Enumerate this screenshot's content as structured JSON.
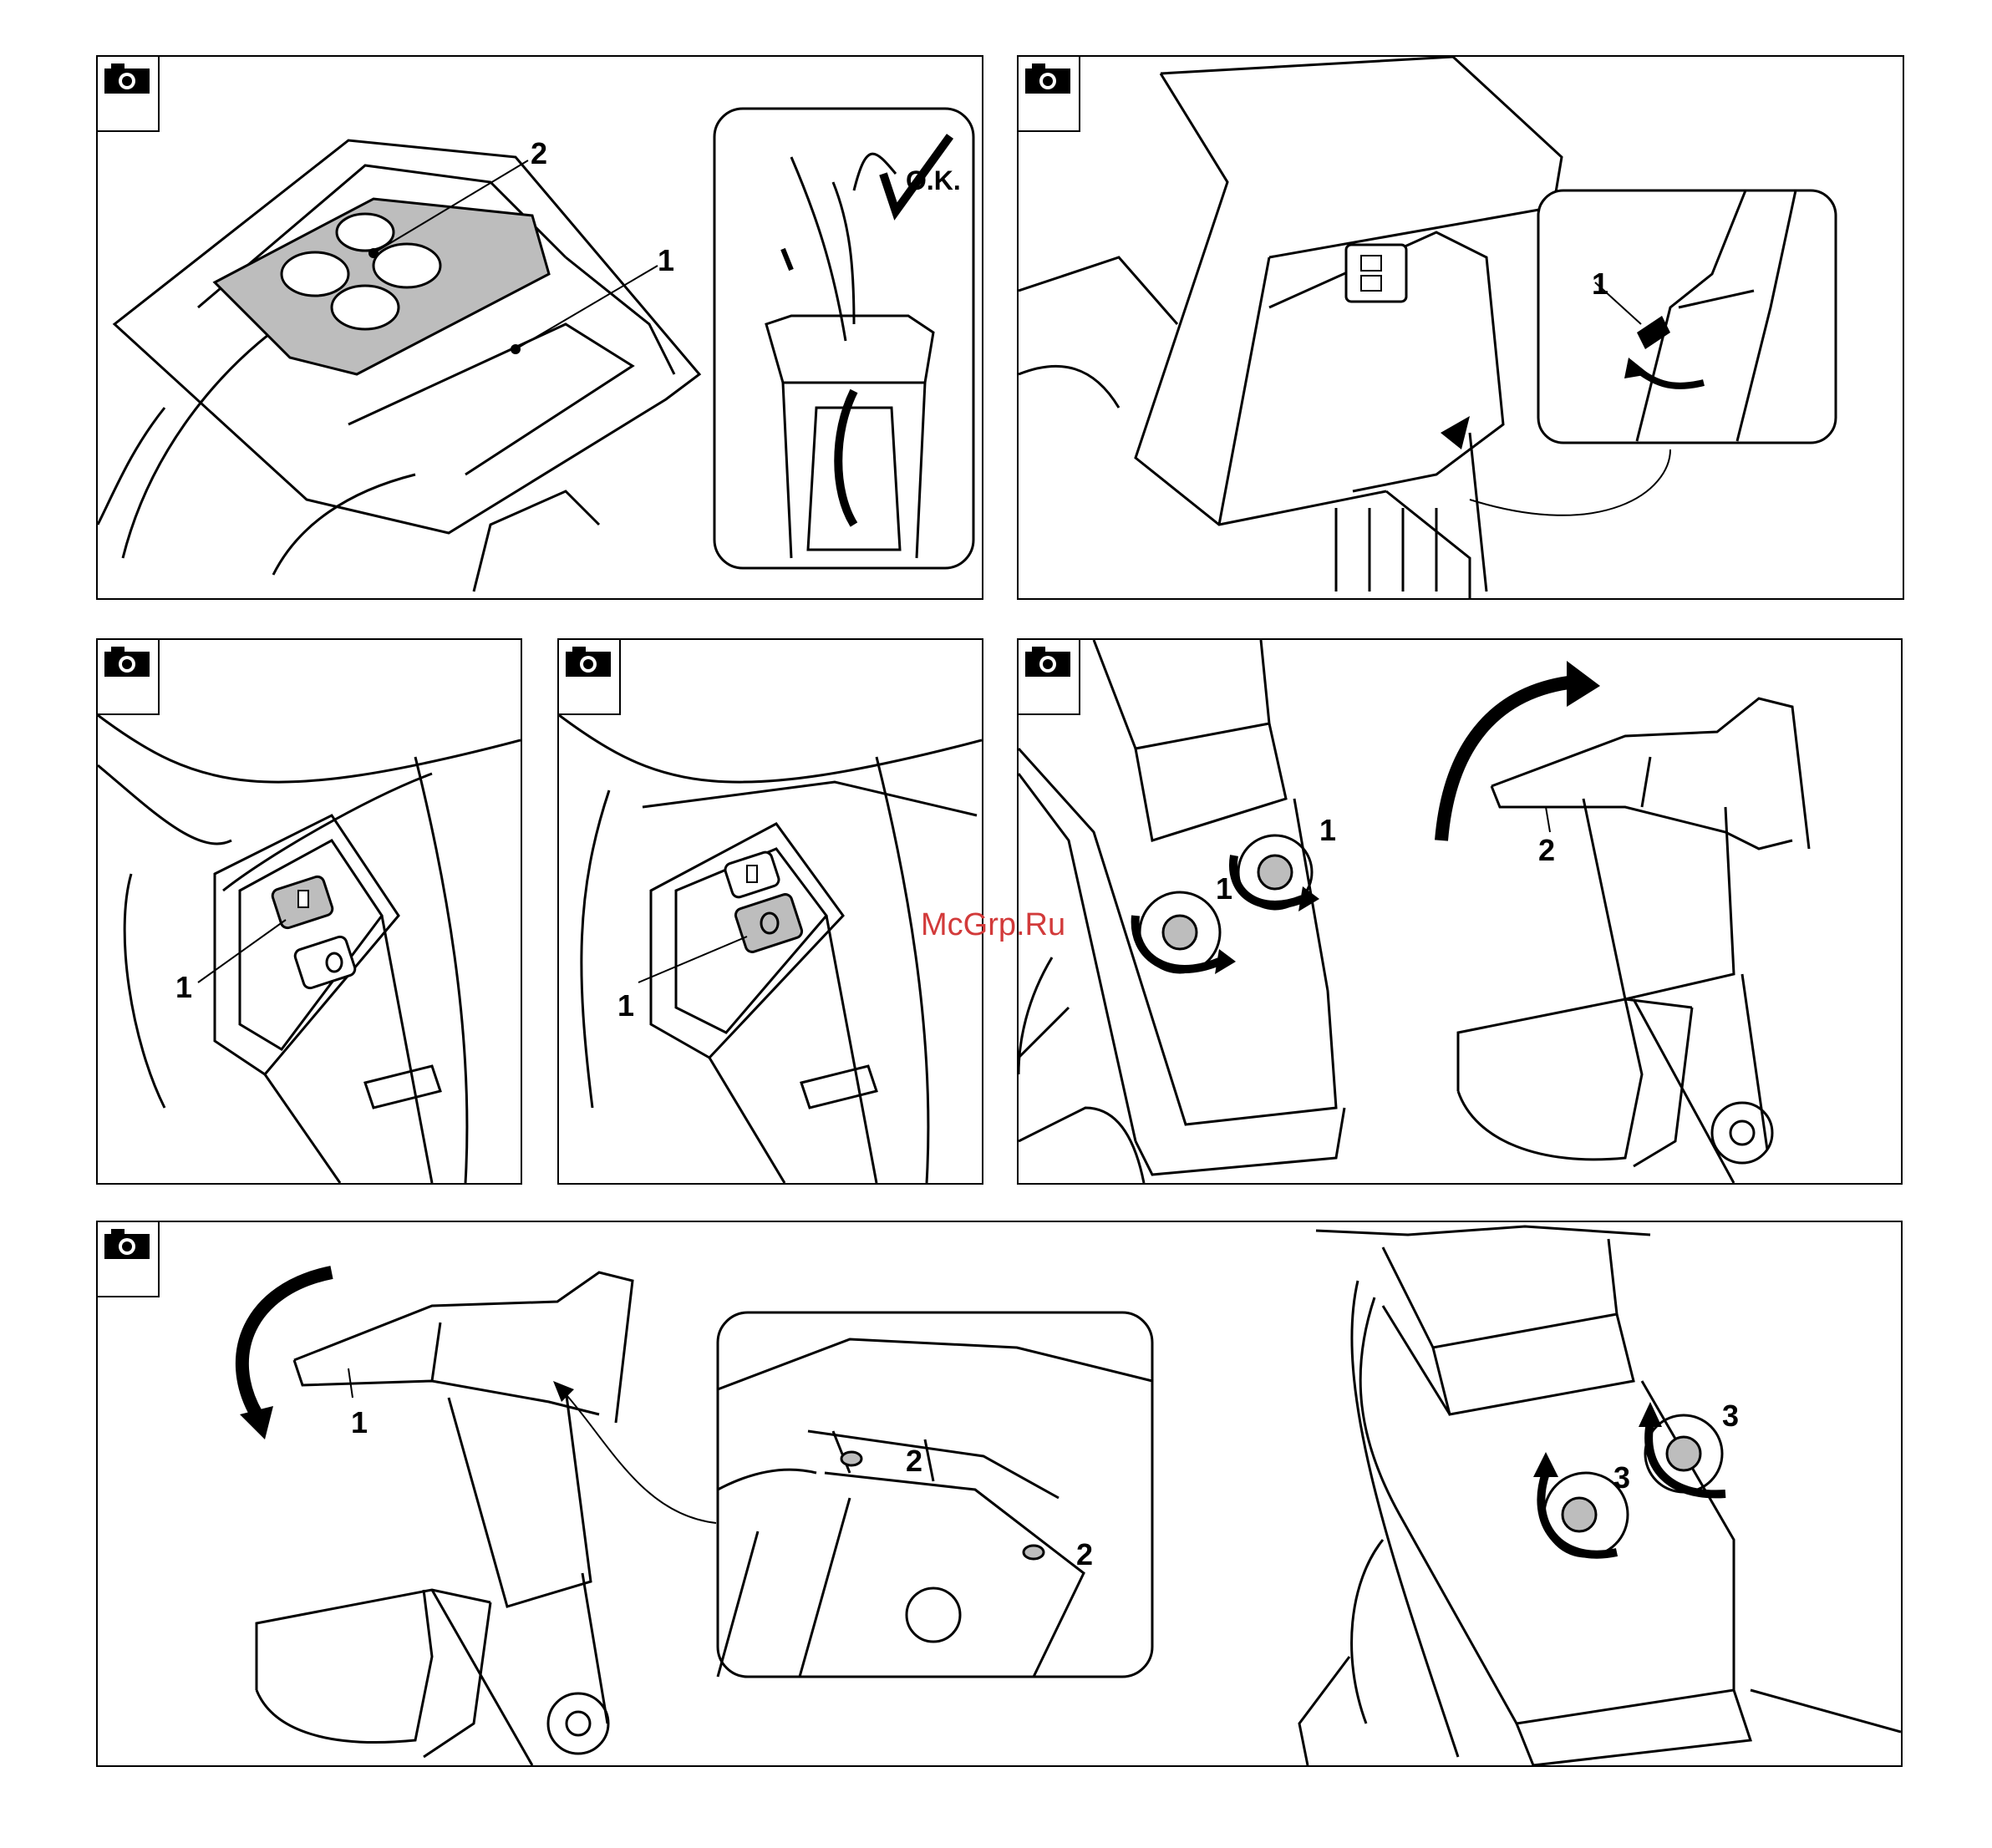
{
  "panels": {
    "p1": {
      "callouts": [
        "2",
        "1"
      ],
      "ok_label": "O.K."
    },
    "p2": {
      "callouts": [
        "1"
      ]
    },
    "p3": {
      "callouts": [
        "1"
      ]
    },
    "p4": {
      "callouts": [
        "1"
      ]
    },
    "p5": {
      "callouts": [
        "1",
        "1"
      ]
    },
    "p6": {
      "callouts": [
        "2"
      ]
    },
    "p7": {
      "callouts": [
        "1",
        "2",
        "2"
      ]
    },
    "p8": {
      "callouts": [
        "3",
        "3"
      ]
    }
  },
  "watermark": "McGrp.Ru",
  "colors": {
    "line": "#000000",
    "highlight": "#bdbdbd",
    "watermark": "#d23a3a"
  }
}
